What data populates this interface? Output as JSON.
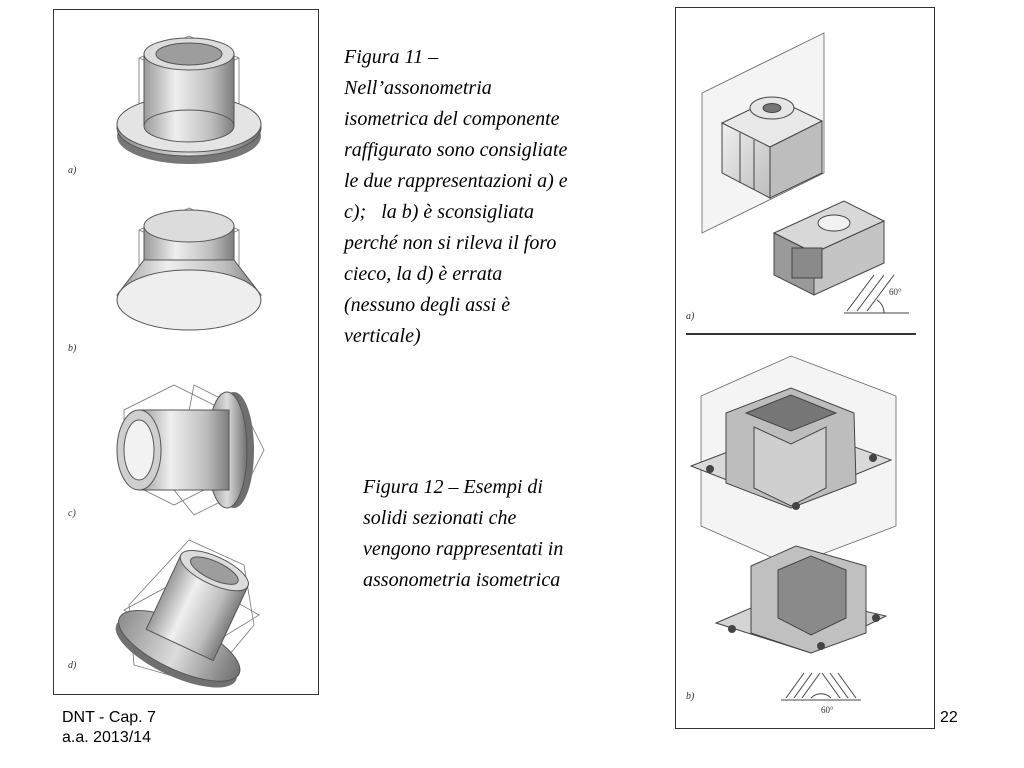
{
  "figure11": {
    "caption_lines": [
      "Figura 11 –",
      "Nell’assonometria",
      "isometrica del componente",
      "raffigurato sono consigliate",
      "le due rappresentazioni a) e",
      "c);   la b) è sconsigliata",
      "perché non si rileva il foro",
      "cieco, la d) è errata",
      "(nessuno degli assi è",
      "verticale)"
    ],
    "labels": [
      "a)",
      "b)",
      "c)",
      "d)"
    ]
  },
  "figure12": {
    "caption_lines": [
      "Figura 12 – Esempi di",
      "solidi sezionati che",
      "vengono rappresentati in",
      "assonometria isometrica"
    ],
    "labels": [
      "a)",
      "b)"
    ],
    "angle_a": "60°",
    "angle_b": "60°"
  },
  "footer": {
    "course": "DNT - Cap. 7",
    "year": "a.a. 2013/14",
    "page": "22"
  },
  "colors": {
    "line": "#555555",
    "shade_dark": "#8a8a8a",
    "shade_light": "#e6e6e6"
  }
}
